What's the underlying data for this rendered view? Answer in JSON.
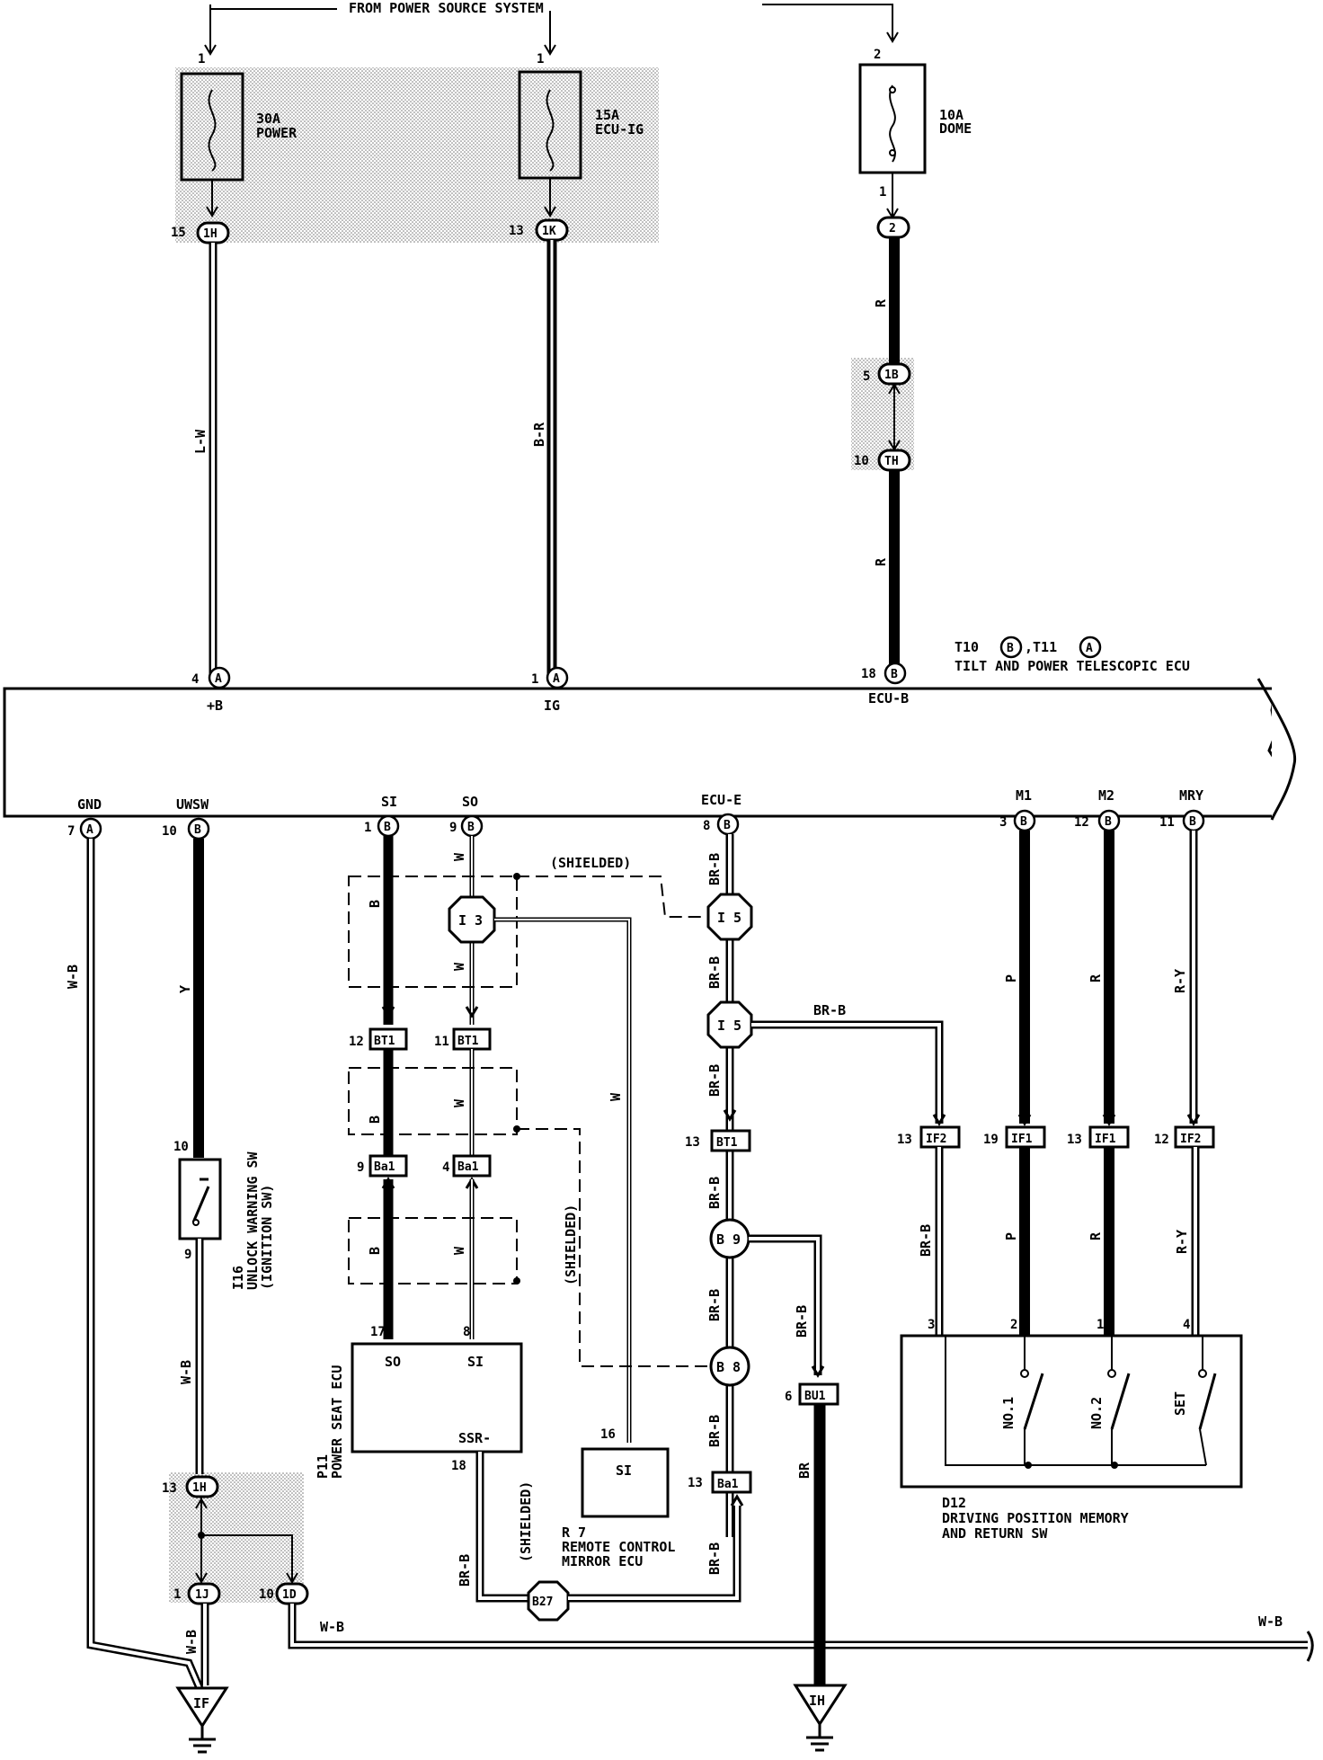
{
  "header": {
    "from_power_source": "FROM POWER SOURCE SYSTEM"
  },
  "fuses": [
    {
      "id": "30a",
      "rating": "30A",
      "name": "POWER",
      "pin_in": "1"
    },
    {
      "id": "15a",
      "rating": "15A",
      "name": "ECU-IG",
      "pin_in": "1"
    },
    {
      "id": "10a",
      "rating": "10A",
      "name": "DOME",
      "pin_in": "2",
      "pin_out": "1"
    }
  ],
  "connectors_top": [
    {
      "pin": "15",
      "code": "1H"
    },
    {
      "pin": "13",
      "code": "1K"
    },
    {
      "pin": "",
      "code": "2"
    },
    {
      "pin": "5",
      "code": "1B"
    },
    {
      "pin": "10",
      "code": "TH"
    }
  ],
  "wire_colors_top": {
    "w1": "L-W",
    "w2": "B-R",
    "w3": "R",
    "w4": "R"
  },
  "ecu": {
    "title_line1": "T10",
    "title_b": "B",
    "title_mid": ",T11",
    "title_a": "A",
    "title_line2": "TILT AND POWER TELESCOPIC ECU",
    "top_pins": [
      {
        "num": "4",
        "conn": "A",
        "name": "+B"
      },
      {
        "num": "1",
        "conn": "A",
        "name": "IG"
      },
      {
        "num": "18",
        "conn": "B",
        "name": "ECU-B"
      }
    ],
    "bottom_pins": [
      {
        "num": "7",
        "conn": "A",
        "name": "GND"
      },
      {
        "num": "10",
        "conn": "B",
        "name": "UWSW"
      },
      {
        "num": "1",
        "conn": "B",
        "name": "SI"
      },
      {
        "num": "9",
        "conn": "B",
        "name": "SO"
      },
      {
        "num": "8",
        "conn": "B",
        "name": "ECU-E"
      },
      {
        "num": "3",
        "conn": "B",
        "name": "M1"
      },
      {
        "num": "12",
        "conn": "B",
        "name": "M2"
      },
      {
        "num": "11",
        "conn": "B",
        "name": "MRY"
      }
    ]
  },
  "shielded_label": "(SHIELDED)",
  "splices": {
    "i3": "I 3",
    "i5a": "I 5",
    "i5b": "I 5",
    "b9": "B 9",
    "b8": "B 8",
    "b27": "B27"
  },
  "inline_connectors": [
    {
      "pin": "12",
      "code": "BT1"
    },
    {
      "pin": "11",
      "code": "BT1"
    },
    {
      "pin": "9",
      "code": "Ba1"
    },
    {
      "pin": "4",
      "code": "Ba1"
    },
    {
      "pin": "13",
      "code": "BT1"
    },
    {
      "pin": "13",
      "code": "IF2"
    },
    {
      "pin": "19",
      "code": "IF1"
    },
    {
      "pin": "13",
      "code": "IF1"
    },
    {
      "pin": "12",
      "code": "IF2"
    },
    {
      "pin": "6",
      "code": "BU1"
    },
    {
      "pin": "13",
      "code": "Ba1"
    }
  ],
  "wire_colors": {
    "gnd": "W-B",
    "uwsw": "Y",
    "si": "B",
    "so": "W",
    "w_long": "W",
    "bre": "BR-B",
    "br_b": "BR-B",
    "m1": "P",
    "m2": "R",
    "mry": "R-Y",
    "br": "BR",
    "w_b1": "W-B",
    "w_b2": "W-B",
    "w_b3": "W-B",
    "w_b4": "W-B"
  },
  "unlock_switch": {
    "id": "I16",
    "name": "UNLOCK WARNING SW",
    "sub": "(IGNITION SW)",
    "pin_top": "10",
    "pin_bot": "9"
  },
  "power_seat_ecu": {
    "id": "P11",
    "name": "POWER SEAT ECU",
    "pin_so": "17",
    "so": "SO",
    "pin_si": "8",
    "si": "SI",
    "ssr": "SSR-",
    "pin_ssr": "18"
  },
  "mirror_ecu": {
    "id": "R 7",
    "name_line1": "REMOTE CONTROL",
    "name_line2": "MIRROR ECU",
    "pin": "16",
    "si": "SI"
  },
  "memory_sw": {
    "id": "D12",
    "name_line1": "DRIVING POSITION MEMORY",
    "name_line2": "AND RETURN SW",
    "pins": [
      "3",
      "2",
      "1",
      "4"
    ],
    "switches": [
      "NO.1",
      "NO.2",
      "SET"
    ]
  },
  "ground_connectors": [
    {
      "pin": "13",
      "code": "1H"
    },
    {
      "pin": "1",
      "code": "1J"
    },
    {
      "pin": "10",
      "code": "1D"
    }
  ],
  "grounds": [
    "IF",
    "IH"
  ]
}
